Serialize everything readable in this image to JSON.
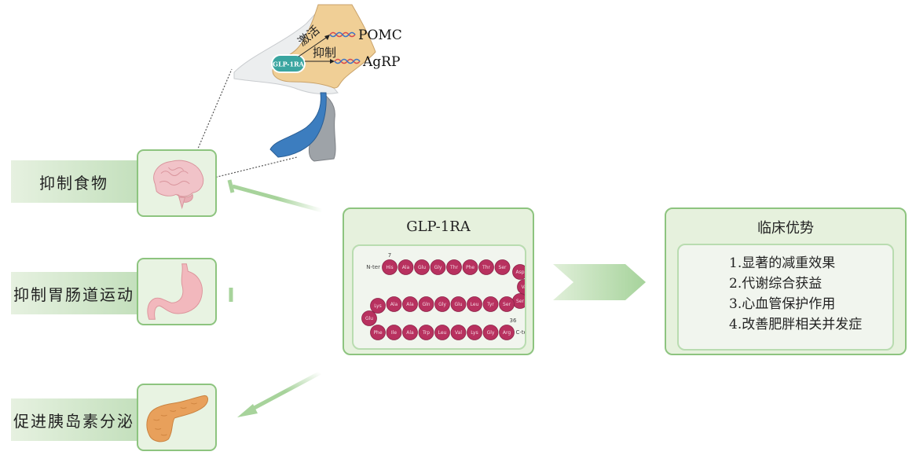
{
  "hypothalamus": {
    "drug_label": "GLP-1RA",
    "activate_label": "激活",
    "inhibit_label": "抑制",
    "gene_targets": [
      "POMC",
      "AgRP"
    ]
  },
  "effects": [
    {
      "label": "抑制食物",
      "organ": "brain-icon",
      "relation": "inhibit"
    },
    {
      "label": "抑制胃肠道运动",
      "organ": "stomach-icon",
      "relation": "inhibit"
    },
    {
      "label": "促进胰岛素分泌",
      "organ": "pancreas-icon",
      "relation": "promote"
    }
  ],
  "center": {
    "title": "GLP-1RA",
    "peptide": {
      "n_term": "N-ter",
      "c_term": "C-ter",
      "start_index": "7",
      "end_index": "36",
      "row1": [
        "His",
        "Ala",
        "Glu",
        "Gly",
        "Thr",
        "Phe",
        "Thr",
        "Ser"
      ],
      "turn1": [
        "Asp",
        "Val",
        "Ser"
      ],
      "row2": [
        "Lys",
        "Ala",
        "Ala",
        "Gln",
        "Gly",
        "Glu",
        "Leu",
        "Tyr",
        "Ser"
      ],
      "turn2": [
        "Glu"
      ],
      "row3": [
        "Phe",
        "Ile",
        "Ala",
        "Trp",
        "Leu",
        "Val",
        "Lys",
        "Gly",
        "Arg"
      ]
    }
  },
  "benefits": {
    "title": "临床优势",
    "items": [
      "1.显著的减重效果",
      "2.代谢综合获益",
      "3.心血管保护作用",
      "4.改善肥胖相关并发症"
    ]
  },
  "colors": {
    "accent_green": "#8dc47f",
    "residue": "#b8315f",
    "hypothalamus": "#f0cf96",
    "pituitary_blue": "#3c7dbf"
  }
}
